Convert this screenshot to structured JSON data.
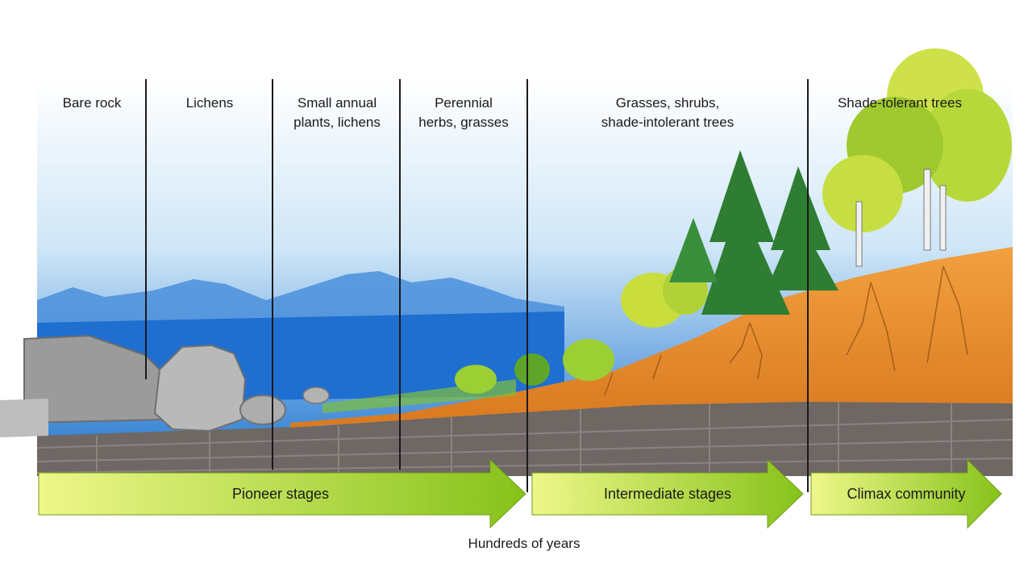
{
  "stages": [
    {
      "label": "Bare rock"
    },
    {
      "label": "Lichens"
    },
    {
      "label": "Small annual\nplants, lichens"
    },
    {
      "label": "Perennial\nherbs, grasses"
    },
    {
      "label": "Grasses, shrubs,\nshade-intolerant trees"
    },
    {
      "label": "Shade-tolerant trees"
    }
  ],
  "phases": [
    {
      "label": "Pioneer stages"
    },
    {
      "label": "Intermediate stages"
    },
    {
      "label": "Climax community"
    }
  ],
  "axis_label": "Hundreds of years",
  "colors": {
    "sky_top": "#ffffff",
    "sky_bottom": "#3f8ed8",
    "mountains": "#3d82d6",
    "soil": "#e58a2e",
    "bedrock": "#6e6764",
    "arrow_light": "#e7f57a",
    "arrow_dark": "#8cc71c",
    "conifer": "#2e7d32",
    "deciduous": "#b7d83a"
  }
}
